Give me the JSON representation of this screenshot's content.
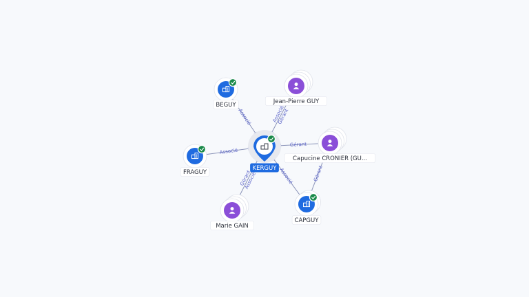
{
  "colors": {
    "company": "#1f6be0",
    "person": "#8b4fd8",
    "check": "#1a8a4a",
    "edge": "#8a93b8",
    "edge_label": "#5a63c8"
  },
  "center": {
    "id": "kerguy",
    "label": "KERGUY",
    "kind": "company",
    "verified": true
  },
  "nodes": [
    {
      "id": "beguy",
      "label": "BEGUY",
      "kind": "company",
      "verified": true,
      "icon": "building-icon"
    },
    {
      "id": "jpguy",
      "label": "Jean-Pierre GUY",
      "kind": "person",
      "verified": false,
      "icon": "person-icon"
    },
    {
      "id": "fraguy",
      "label": "FRAGUY",
      "kind": "company",
      "verified": true,
      "icon": "building-icon"
    },
    {
      "id": "capucine",
      "label": "Capucine CRONIER (GU...",
      "kind": "person",
      "verified": false,
      "icon": "person-icon"
    },
    {
      "id": "mariegain",
      "label": "Marie GAIN",
      "kind": "person",
      "verified": false,
      "icon": "person-icon"
    },
    {
      "id": "capguy",
      "label": "CAPGUY",
      "kind": "company",
      "verified": true,
      "icon": "building-icon"
    }
  ],
  "edges": [
    {
      "from": "beguy",
      "to": "kerguy",
      "labels": [
        "Associé"
      ]
    },
    {
      "from": "jpguy",
      "to": "kerguy",
      "labels": [
        "Gérant",
        "Associé"
      ]
    },
    {
      "from": "fraguy",
      "to": "kerguy",
      "labels": [
        "Associé"
      ]
    },
    {
      "from": "capucine",
      "to": "kerguy",
      "labels": [
        "Gérant"
      ]
    },
    {
      "from": "mariegain",
      "to": "kerguy",
      "labels": [
        "Gérant",
        "Associé"
      ]
    },
    {
      "from": "capguy",
      "to": "kerguy",
      "labels": [
        "Associé"
      ]
    },
    {
      "from": "capucine",
      "to": "capguy",
      "labels": [
        "Gérant"
      ]
    }
  ]
}
